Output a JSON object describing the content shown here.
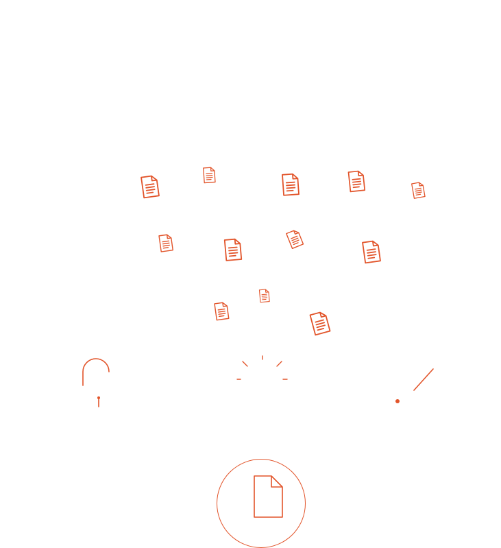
{
  "accent_color": "#e2542a",
  "background_color": "#ffffff",
  "document_icons": [
    {
      "name": "document-icon"
    },
    {
      "name": "document-icon"
    },
    {
      "name": "document-icon"
    },
    {
      "name": "document-icon"
    },
    {
      "name": "document-icon"
    },
    {
      "name": "document-icon"
    },
    {
      "name": "document-icon"
    },
    {
      "name": "document-icon"
    },
    {
      "name": "document-icon"
    },
    {
      "name": "document-icon"
    },
    {
      "name": "document-icon"
    },
    {
      "name": "document-icon"
    },
    {
      "name": "document-icon"
    },
    {
      "name": "document-icon"
    }
  ],
  "decorations": {
    "left": "shackle-arc-and-pin",
    "center": "sparkle-burst",
    "right": "diagonal-line-and-dot"
  },
  "main_button": {
    "icon": "file-icon"
  }
}
